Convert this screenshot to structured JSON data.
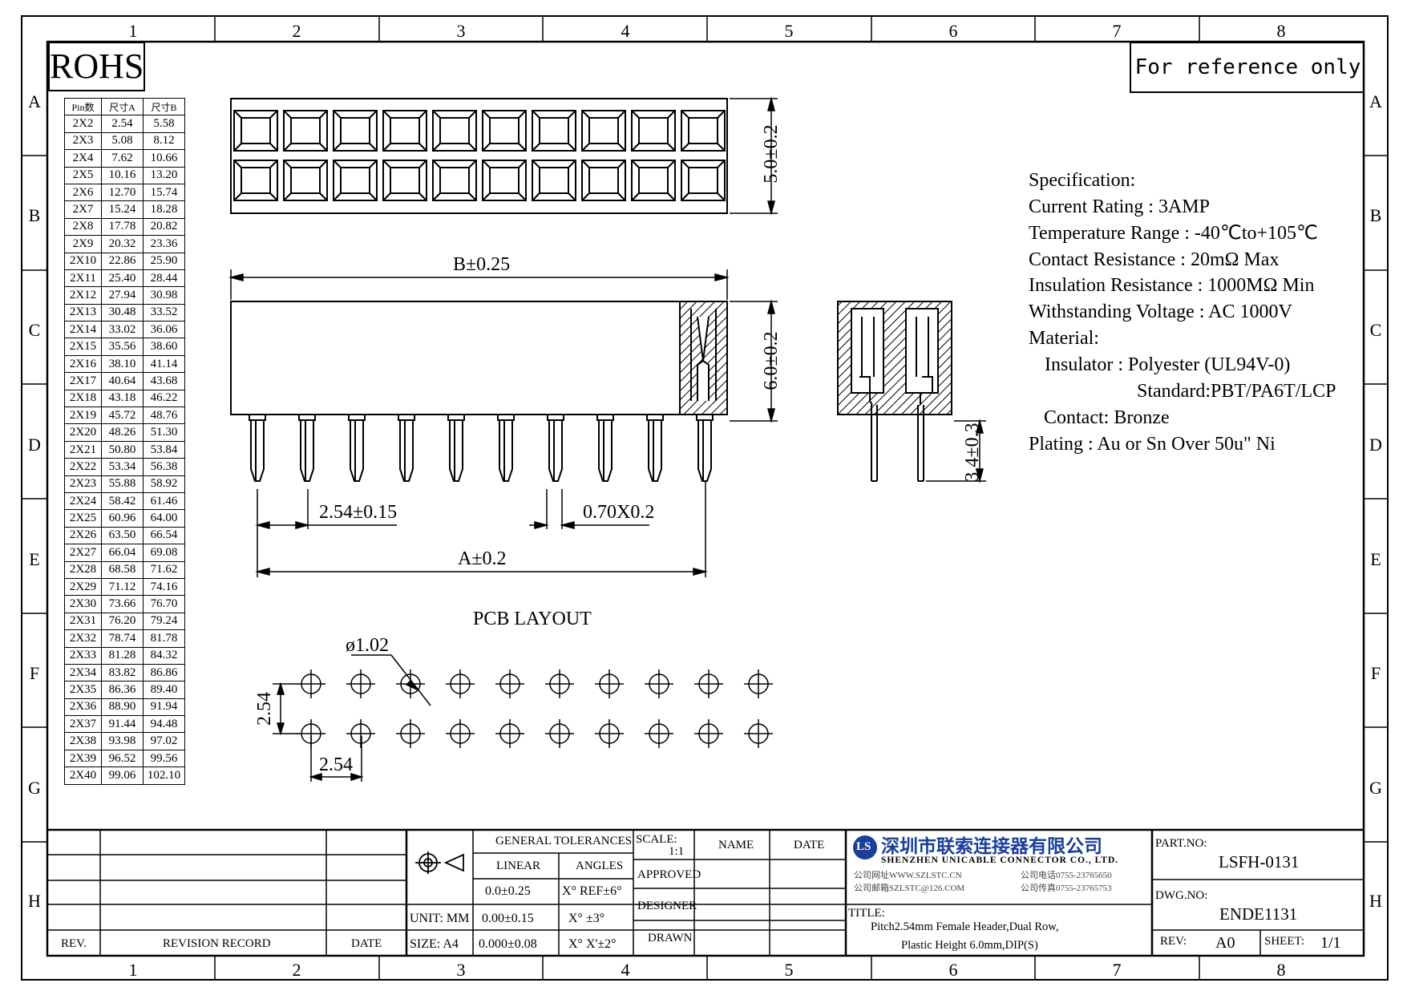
{
  "zones": {
    "columns": [
      "1",
      "2",
      "3",
      "4",
      "5",
      "6",
      "7",
      "8"
    ],
    "rows": [
      "A",
      "B",
      "C",
      "D",
      "E",
      "F",
      "G",
      "H"
    ]
  },
  "badges": {
    "rohs": "ROHS",
    "reference": "For reference only"
  },
  "pin_table": {
    "headers": [
      "Pin数",
      "尺寸A",
      "尺寸B"
    ],
    "rows": [
      [
        "2X2",
        "2.54",
        "5.58"
      ],
      [
        "2X3",
        "5.08",
        "8.12"
      ],
      [
        "2X4",
        "7.62",
        "10.66"
      ],
      [
        "2X5",
        "10.16",
        "13.20"
      ],
      [
        "2X6",
        "12.70",
        "15.74"
      ],
      [
        "2X7",
        "15.24",
        "18.28"
      ],
      [
        "2X8",
        "17.78",
        "20.82"
      ],
      [
        "2X9",
        "20.32",
        "23.36"
      ],
      [
        "2X10",
        "22.86",
        "25.90"
      ],
      [
        "2X11",
        "25.40",
        "28.44"
      ],
      [
        "2X12",
        "27.94",
        "30.98"
      ],
      [
        "2X13",
        "30.48",
        "33.52"
      ],
      [
        "2X14",
        "33.02",
        "36.06"
      ],
      [
        "2X15",
        "35.56",
        "38.60"
      ],
      [
        "2X16",
        "38.10",
        "41.14"
      ],
      [
        "2X17",
        "40.64",
        "43.68"
      ],
      [
        "2X18",
        "43.18",
        "46.22"
      ],
      [
        "2X19",
        "45.72",
        "48.76"
      ],
      [
        "2X20",
        "48.26",
        "51.30"
      ],
      [
        "2X21",
        "50.80",
        "53.84"
      ],
      [
        "2X22",
        "53.34",
        "56.38"
      ],
      [
        "2X23",
        "55.88",
        "58.92"
      ],
      [
        "2X24",
        "58.42",
        "61.46"
      ],
      [
        "2X25",
        "60.96",
        "64.00"
      ],
      [
        "2X26",
        "63.50",
        "66.54"
      ],
      [
        "2X27",
        "66.04",
        "69.08"
      ],
      [
        "2X28",
        "68.58",
        "71.62"
      ],
      [
        "2X29",
        "71.12",
        "74.16"
      ],
      [
        "2X30",
        "73.66",
        "76.70"
      ],
      [
        "2X31",
        "76.20",
        "79.24"
      ],
      [
        "2X32",
        "78.74",
        "81.78"
      ],
      [
        "2X33",
        "81.28",
        "84.32"
      ],
      [
        "2X34",
        "83.82",
        "86.86"
      ],
      [
        "2X35",
        "86.36",
        "89.40"
      ],
      [
        "2X36",
        "88.90",
        "91.94"
      ],
      [
        "2X37",
        "91.44",
        "94.48"
      ],
      [
        "2X38",
        "93.98",
        "97.02"
      ],
      [
        "2X39",
        "96.52",
        "99.56"
      ],
      [
        "2X40",
        "99.06",
        "102.10"
      ]
    ]
  },
  "dimensions": {
    "top_height": "5.0±0.2",
    "b_length": "B±0.25",
    "side_height": "6.0±0.2",
    "tail_length": "3.4±0.3",
    "pitch": "2.54±0.15",
    "pin_size": "0.70X0.2",
    "a_length": "A±0.2",
    "pcb_title": "PCB LAYOUT",
    "hole_dia": "ø1.02",
    "pcb_row_pitch": "2.54",
    "pcb_col_pitch": "2.54"
  },
  "spec": {
    "title": "Specification:",
    "current": "Current Rating : 3AMP",
    "temperature": "Temperature Range : -40℃to+105℃",
    "contact_res": "Contact Resistance : 20mΩ Max",
    "insulation_res": "Insulation Resistance : 1000MΩ Min",
    "voltage": "Withstanding Voltage : AC 1000V",
    "material": "Material:",
    "insulator": "Insulator : Polyester (UL94V-0)",
    "standard": "Standard:PBT/PA6T/LCP",
    "contact": "Contact: Bronze",
    "plating": "Plating : Au or Sn Over 50u\" Ni"
  },
  "title_block": {
    "rev_label": "REV.",
    "revision_record": "REVISION RECORD",
    "date_label": "DATE",
    "unit": "UNIT: MM",
    "size": "SIZE: A4",
    "general_tol": "GENERAL TOLERANCES",
    "linear": "LINEAR",
    "angles": "ANGLES",
    "lin1": "0.0±0.25",
    "lin2": "0.00±0.15",
    "lin3": "0.000±0.08",
    "ang1": "X° REF±6°",
    "ang2": "X° ±3°",
    "ang3": "X° X'±2°",
    "scale_label": "SCALE:",
    "scale_value": "1:1",
    "approved": "APPROVED",
    "designer": "DESIGNER",
    "drawn": "DRAWN",
    "name": "NAME",
    "date": "DATE",
    "company_cn": "深圳市联索连接器有限公司",
    "company_en": "SHENZHEN UNICABLE CONNECTOR CO., LTD.",
    "web": "公司网址WWW.SZLSTC.CN",
    "email": "公司邮箱SZLSTC@126.COM",
    "phone": "公司电话0755-23765650",
    "fax": "公司传真0755-23765753",
    "logo": "LS",
    "title_label": "TITLE:",
    "title_line1": "Pitch2.54mm Female Header,Dual Row,",
    "title_line2": "Plastic Height 6.0mm,DIP(S)",
    "part_no_label": "PART.NO:",
    "part_no": "LSFH-0131",
    "dwg_no_label": "DWG.NO:",
    "dwg_no": "ENDE1131",
    "rev2_label": "REV:",
    "rev_value": "A0",
    "sheet_label": "SHEET:",
    "sheet_value": "1/1"
  }
}
